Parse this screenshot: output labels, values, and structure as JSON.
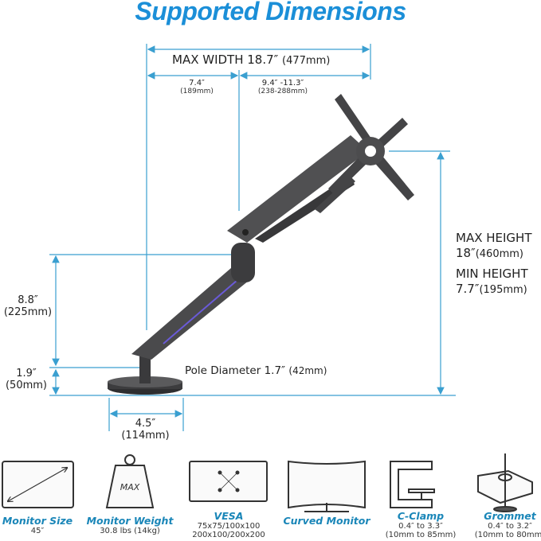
{
  "title": "Supported Dimensions",
  "dimensions": {
    "max_width": {
      "label": "MAX WIDTH 18.7″",
      "metric": "(477mm)"
    },
    "inner_left": {
      "label": "7.4″",
      "metric": "(189mm)"
    },
    "inner_right": {
      "label": "9.4″ -11.3″",
      "metric": "(238-288mm)"
    },
    "riser": {
      "label": "8.8″",
      "metric": "(225mm)"
    },
    "base_height": {
      "label": "1.9″",
      "metric": "(50mm)"
    },
    "pole": {
      "label": "Pole Diameter 1.7″",
      "metric": "(42mm)"
    },
    "base_width": {
      "label": "4.5″",
      "metric": "(114mm)"
    },
    "max_height": {
      "label": "MAX HEIGHT",
      "value": "18″",
      "metric": "(460mm)"
    },
    "min_height": {
      "label": "MIN HEIGHT",
      "value": "7.7″",
      "metric": "(195mm)"
    }
  },
  "colors": {
    "title": "#1b8fd8",
    "arrow": "#3a9fd0",
    "arm": "#4a4a4c",
    "label": "#1a86b8"
  },
  "specs": [
    {
      "icon": "monitor-size-icon",
      "label": "Monitor Size",
      "lines": [
        "45″"
      ]
    },
    {
      "icon": "weight-icon",
      "label": "Monitor Weight",
      "lines": [
        "30.8 lbs (14kg)"
      ],
      "icon_text": "MAX"
    },
    {
      "icon": "vesa-icon",
      "label": "VESA",
      "lines": [
        "75x75/100x100",
        "200x100/200x200"
      ]
    },
    {
      "icon": "curved-monitor-icon",
      "label": "Curved Monitor",
      "lines": []
    },
    {
      "icon": "c-clamp-icon",
      "label": "C-Clamp",
      "lines": [
        "0.4″ to 3.3″",
        "(10mm to 85mm)"
      ]
    },
    {
      "icon": "grommet-icon",
      "label": "Grommet",
      "lines": [
        "0.4″ to 3.2″",
        "(10mm to 80mm)"
      ]
    }
  ]
}
